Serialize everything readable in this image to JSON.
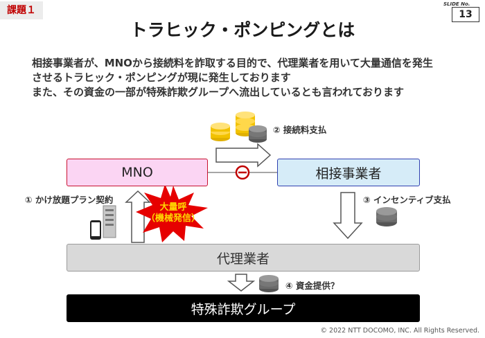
{
  "tag": "課題１",
  "slide_no": {
    "label": "SLIDE No.",
    "number": "13"
  },
  "title": "トラヒック・ポンピングとは",
  "lead_lines": [
    "相接事業者が、MNOから接続料を詐取する目的で、代理業者を用いて大量通信を発生",
    "させるトラヒック・ポンピングが現に発生しております",
    "また、その資金の一部が特殊詐欺グループへ流出しているとも言われております"
  ],
  "nodes": {
    "mno": "MNO",
    "partner": "相接事業者",
    "agent": "代理業者",
    "fraud_group": "特殊詐欺グループ"
  },
  "flow_labels": {
    "step1": "① かけ放題プラン契約",
    "step2": "② 接続料支払",
    "step3": "③ インセンティブ支払",
    "step4": "④ 資金提供？"
  },
  "burst": {
    "line1": "大量呼",
    "line2": "（機械発信）"
  },
  "copyright": "© 2022 NTT DOCOMO, INC. All Rights Reserved.",
  "colors": {
    "accent_red": "#c00000",
    "mno_fill": "#fbd5f3",
    "partner_fill": "#d6ecf8",
    "burst_red": "#e60000",
    "coin_gold": "#f2c200"
  }
}
